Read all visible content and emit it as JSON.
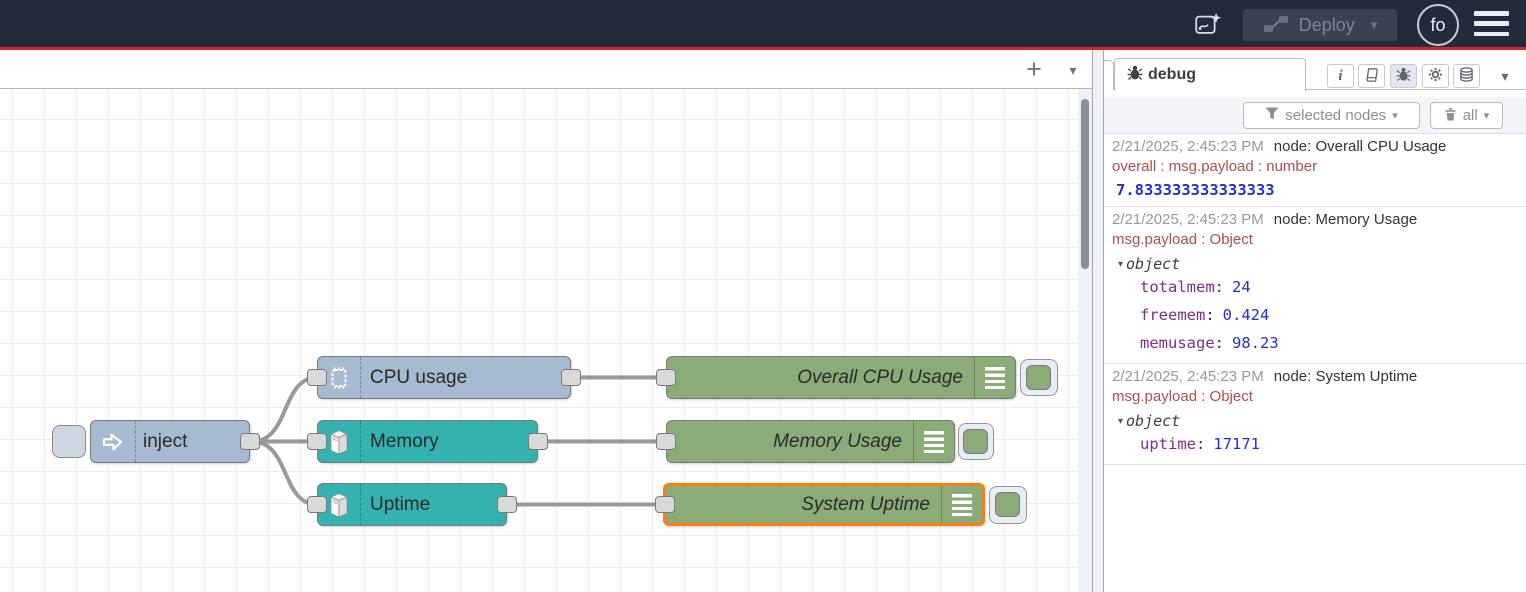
{
  "palette": {
    "header_bg": "#232b3b",
    "accent_red": "#d2282d",
    "node_blue_gray": "#a6bbcf",
    "node_teal": "#34b2af",
    "node_green": "#8bab79",
    "selected_orange": "#ff7f0e",
    "wire_gray": "#999999",
    "debug_key_purple": "#792e90",
    "debug_value_blue": "#2130d2",
    "debug_path_red": "#ab4f4f"
  },
  "glyphs": {
    "plus": "+",
    "caret_down": "▾",
    "info": "i"
  },
  "header": {
    "deploy_label": "Deploy",
    "avatar_initials": "fo"
  },
  "flow": {
    "nodes": [
      {
        "label": "inject"
      },
      {
        "label": "CPU usage"
      },
      {
        "label": "Memory"
      },
      {
        "label": "Uptime"
      },
      {
        "label": "Overall CPU Usage"
      },
      {
        "label": "Memory Usage"
      },
      {
        "label": "System Uptime",
        "selected": true
      }
    ]
  },
  "sidebar": {
    "tab_label": "debug",
    "filter_label": "selected nodes",
    "clear_label": "all",
    "colon": ":",
    "messages": [
      {
        "timestamp": "2/21/2025, 2:45:23 PM",
        "source": "node: Overall CPU Usage",
        "path": "overall : msg.payload : number",
        "value": "7.833333333333333"
      },
      {
        "timestamp": "2/21/2025, 2:45:23 PM",
        "source": "node: Memory Usage",
        "path": "msg.payload : Object",
        "object_label": "object",
        "properties": [
          {
            "key": "totalmem",
            "value": "24"
          },
          {
            "key": "freemem",
            "value": "0.424"
          },
          {
            "key": "memusage",
            "value": "98.23"
          }
        ]
      },
      {
        "timestamp": "2/21/2025, 2:45:23 PM",
        "source": "node: System Uptime",
        "path": "msg.payload : Object",
        "object_label": "object",
        "properties": [
          {
            "key": "uptime",
            "value": "17171"
          }
        ]
      }
    ]
  }
}
